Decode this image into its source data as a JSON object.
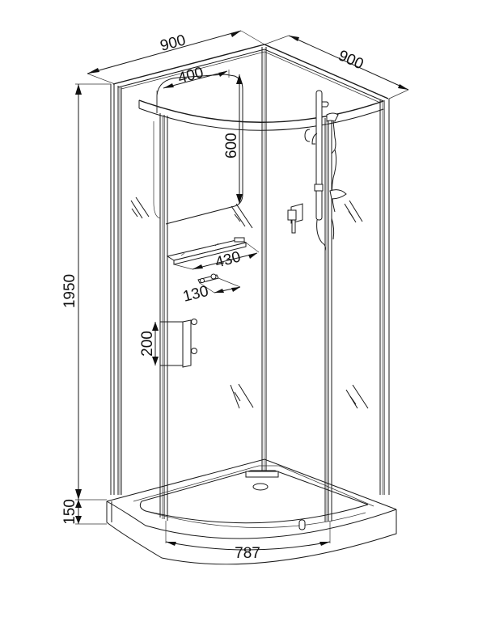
{
  "drawing": {
    "subject": "Quarter-round shower cabin with tray",
    "colors": {
      "line": "#1a1a1a",
      "background": "#ffffff"
    }
  },
  "dimensions": {
    "width_left": "900",
    "width_right": "900",
    "height_cabin": "1950",
    "height_tray": "150",
    "door_opening": "787",
    "mirror_width": "400",
    "mirror_height": "600",
    "shelf_width": "430",
    "holder_width": "130",
    "seat_height": "200"
  },
  "components": [
    "mirror",
    "glass-shelf",
    "towel-holder",
    "folding-seat",
    "shower-rail-with-hand-shower",
    "mixer-tap",
    "sliding-doors",
    "shower-tray"
  ]
}
